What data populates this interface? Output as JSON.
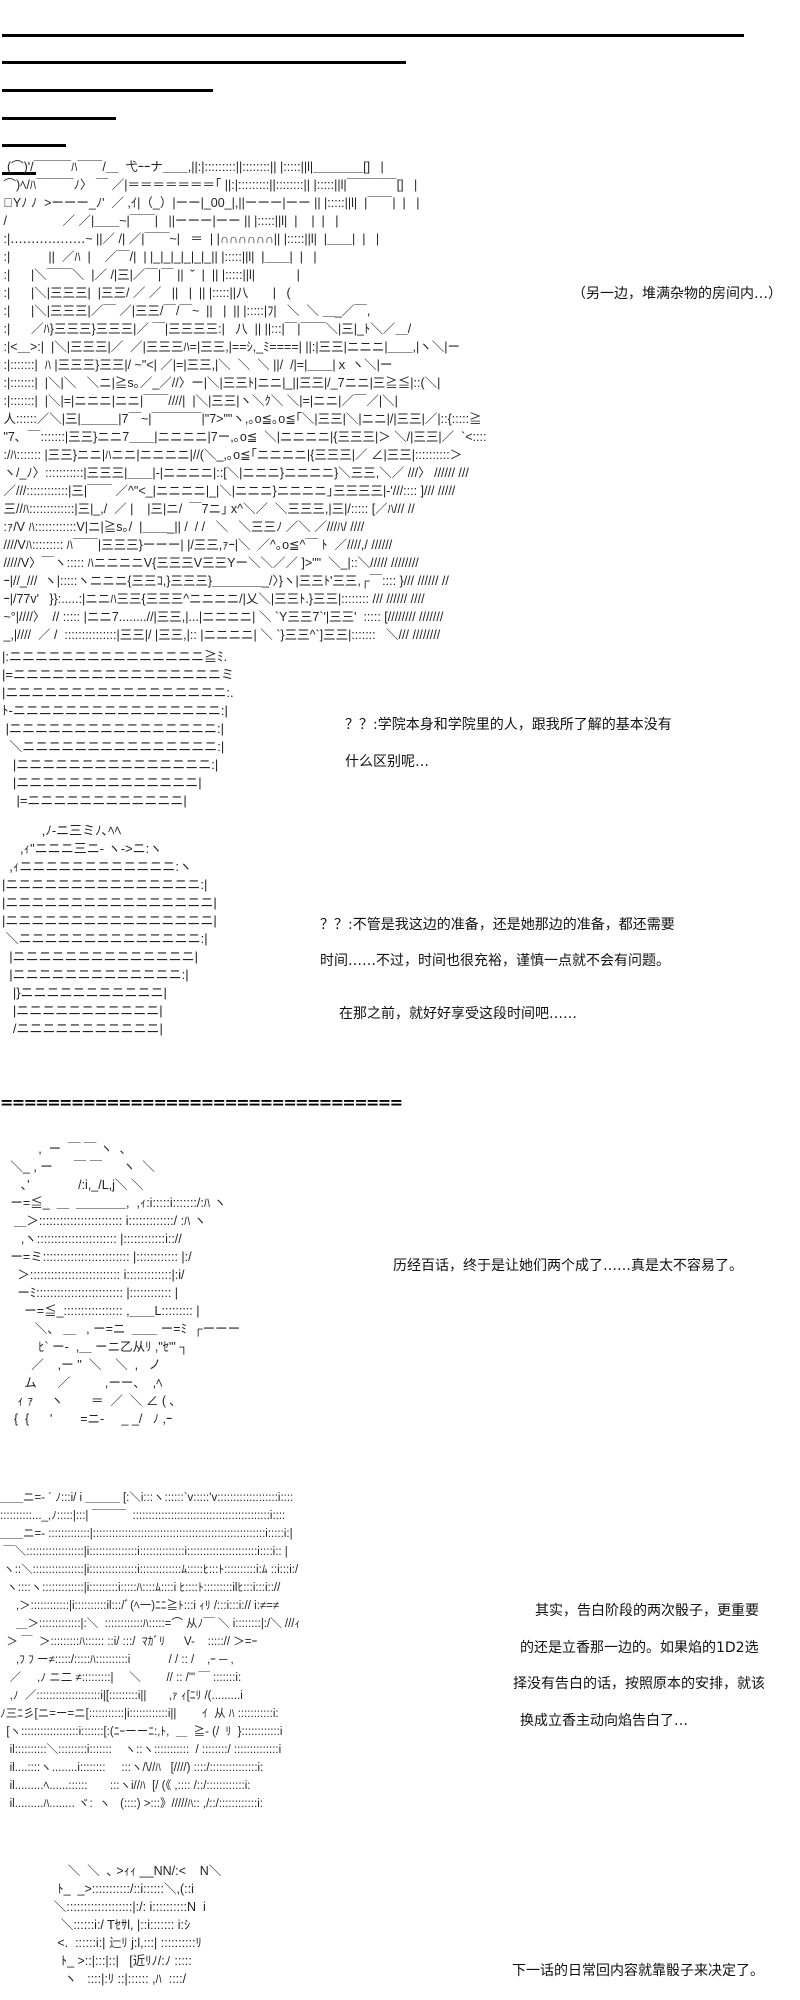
{
  "dialogue": {
    "room_caption": "（另一边，堆满杂物的房间内…）",
    "speech1_line1": "？？:学院本身和学院里的人，跟我所了解的基本没有",
    "speech1_line2": "什么区别呢…",
    "speech2_line1": "？？:不管是我这边的准备，还是她那边的准备，都还需要",
    "speech2_line2": "时间……不过，时间也很充裕，谨慎一点就不会有问题。",
    "speech2_line3": "在那之前，就好好享受这段时间吧……",
    "separator": "==================================",
    "comment1": "历经百话，终于是让她们两个成了……真是太不容易了。",
    "comment2_line1": "其实，告白阶段的两次骰子，更重要",
    "comment2_line2": "的还是立香那一边的。如果焰的1D2选",
    "comment2_line3": "择没有告白的话，按照原本的安排，就该",
    "comment2_line4": "换成立香主动向焰告白了…",
    "comment3": "下一话的日常回内容就靠骰子来决定了。"
  },
  "art": {
    "room": [
      "  (⌒)'/￣￣￣ﾊ￣￣/＿  弋ｰｰナ＿＿,||:|:::::::::||::::::::|| |:::::||l|＿＿＿＿[]   |",
      " ⌒)ﾍ/ﾊ￣￣￣ﾉ〉 ￣ ／|＝＝＝＝＝＝＝｢ ||:|:::::::::||::::::::|| |:::::||l|￣￣￣￣[]   |",
      " ﾟYﾉ ﾉ  >ーーー_ﾉ'  ／ ,ｲ|（_）|ーー|_00_|,||ーーー|ーー || |:::::||l|  |￣￣|  |   |",
      " /                ／ ／|＿＿~|￣￣|   ||ーーー|ーー || |:::::||l|  |    |  |   |",
      " :|‥‥‥‥‥‥‥‥‥~ ||／ /| ／|￣￣~|   ＝  | |∩∩∩∩∩∩|| |:::::||l|  |＿＿|  |   |",
      " :|           ||  ／ﾊ  |    ／￣/|  | |_|_|_|_|_|_|| |:::::||l|  |＿＿|  |   |",
      " :|      |＼￣￣＼  |／ /|三|／￣|￣ ||  ˘  |  || |:::::||l|            |",
      " :|      |＼|三三三|  |三三/ ／ ／   ||   |  || |:::::||八       |   (",
      " :|      |＼|三三三|／￣ ／|三三/￣/￣~  ||   |  || |:::::|ﾌ|   ＼  ＼ ＿_／￣,",
      " :|      ／ﾊ}三三三}三三三|／ ￣|三三三三:|   八  || ||:::|￣|￣￣＼|三|_ﾄ＼／＿/",
      " :|<＿>:|  |＼|三三三|／  ／|三三三ﾊ=|三三,|==ｼ,_ﾐ====| ||:|三三|ニニニ|＿＿,|ヽ＼|ー",
      " :|:::::::|  ﾊ |三三三}三三|/ ~\"<| ／|=|三三,|＼  ＼  ＼ ||/  /|=|＿＿|ｘ ヽ＼|ー",
      " :|:::::::|  |＼|＼   ＼ニ|≧s｡／_／//〉ー|＼|三三ﾄ|ニニ|_||三三|/_7ニニ|三≧≦|::(＼|",
      " :|:::::::|  |＼|=|ニニニ|ニニ|￣￣////|  |＼|三三|ヽ＼ｸ＼ ＼|=|ニニ|／￣／|＼|",
      " 人::::::／＼|三|＿＿＿|7￣~|￣￣￣￣|\"7>\"\"ヽ,｡o≦｡o≦｢＼|三三|＼|ニニ|/|三三|／|::{:::::≧",
      " \"7､  ￣:::::::|三三}ニニ7＿＿|ニニニニ|7ー,｡o≦  ＼|ニニニニ|{三三三|＞ ＼/|三三|／  `<::::",
      " :/ﾊ::::::: |三三}ニニ|ﾊニニ|ニニニニ|//(＼_,｡o≦｢ニニニニ|{三三三|／ ∠|三三|::::::::::＞",
      " ヽ/_ﾉ〉:::::::::::|三三三|＿＿|-|ニニニニ|::[＼|ニニニ}ニニニニ}＼三三,＼／ ///〉 ////// ///",
      " ／///::::::::::::|三|￣￣ ／^\"<_|ニニニニ|_|＼|ニニニ}ニニニニ｣三三三三|-'///:::: ]/// /////",
      " 三//ﾊ:::::::::::::|三|_,/  ／ |    |三|ニ/  ￣7ニ｣ x^＼／  ＼三三三,|三|/::::: [／ﾊ/// //",
      " :ｧ/V ﾊ::::::::::::V|ニ|≧s｡/  |＿＿_|| /  / /   ＼   ＼三三ﾉ ／＼ ／///ﾊ/ ////",
      " ////Vﾊ::::::::: ﾊ￣￣|三三三}ーーー| |/三三,ｧｰ|＼  ／^｡o≦^￣ ﾄ  ／////,/ //////",
      " /////V〉￣ヽ::::: ﾊニニニニV{三三三V三三Yー＼＼／／ ]>\"\"  ＼_|::＼///// ////////",
      " ｰ|//_///  ヽ|:::::ヽニニニ{三三ｺ,}三三三}＿＿＿＿_/〉}ヽ|三三ﾄ'三三,┌￣:::: }/// ////// //",
      " ｰ|/77v'   }}:.....:|ニニﾊ三三{三三三^ニニニニ/|乂＼|三三ﾄ.}三三|:::::::: /// ////// ////",
      " ~°|////〉  // ::::: |ニニ7........//|三三,|...|ニニニニ| ＼ `Y三三7`'|三三'  ::::: [//////// ///////",
      " _,|////  ／ /  :::::::::::::::|三三|/ |三三,|:: |ニニニニ| ＼ `}三三^`]三三|:::::::   ＼/// ////////"
    ],
    "head1": [
      "|:ニニニニニニニニニニニニニニニ≧ﾐ.",
      "|=ニニニニニニニニニニニニニニニニミ",
      "|ニニニニニニニニニニニニニニニニニ:.",
      "ﾄ-ニニニニニニニニニニニニニニニニ:|",
      " |ニニニニニニニニニニニニニニニニ:|",
      "  ＼ニニニニニニニニニニニニニニニ:|",
      "   |ニニニニニニニニニニニニニニニ:|",
      "   |ニニニニニニニニニニニニニニ|",
      "    |=ニニニニニニニニニニニニ|"
    ],
    "head2": [
      "           ,ﾉ-ニ三ミﾉ､ﾍﾍ",
      "     ,ｨ\"ニニニ三ニ- ヽ->ニ:ヽ",
      "  ,ｨニニニニニニニニニニニニ:ヽ",
      "|ニニニニニニニニニニニニニニニ:|",
      "|ニニニニニニニニニニニニニニニニ|",
      "|ニニニニニニニニニニニニニニニニ|",
      " ＼ニニニニニニニニニニニニニニ:|",
      "  |ニニニニニニニニニニニニニニ|",
      "  |ニニニニニニニニニニニニニ:|",
      "   |}ニニニニニニニニニニニ|",
      "   |ニニニニニニニニニニニ|",
      "   /ニニニニニニニニニニニ|"
    ],
    "char3": [
      "           ,  ー  ￣ ￣ ヽ  、",
      "   ＼_ , ー      ￣ ￣      ヽ  ＼",
      "      ､'              /:i,_/L,j＼ ＼",
      "   ー=≦_  ＿  ＿＿＿＿,  ,ｨ:i:::::i:::::::/:ﾊ ヽ",
      "    ＿＞:::::::::::::::::::::::: i:::::::::::::/ :ﾊ ヽ",
      "      ,ヽ::::::::::::::::::::::: |::::::::::::i:://",
      "   ー=ミ::::::::::::::::::::::::: |:::::::::::: |:/",
      "     ＞:::::::::::::::::::::::::: i:::::::::::::|:i/",
      "     ーﾐ::::::::::::::::::::::::: |:::::::::::: |",
      "       ー=≦_::::::::::::::::: ,＿＿L::::::::: |",
      "          ＼、 ＿   , ー=ニ  ＿＿ ー=ﾐ  ┌ーーー",
      "           ﾋ` ー-  ,＿ ーニ乙从ﾘ ,\"ｾ\"' ┐",
      "         ／    ,ー ''  ＼    ＼  ,   ノ",
      "       ム      ／          ,ーー、  ,ﾍ",
      "     ｨ ｧ     ヽ        ＝  ／  ＼ ∠ ( ､",
      "    {  {      '        =ニ-     _ _/   ﾉ ,ｰ"
    ],
    "scene4": [
      "＿＿ニ=- ´ ﾉ:::i/ i ＿＿＿ [:＼i:::ヽ::::::`v:::::'v:::::::::::::::::::i::::",
      "::::::::::..._,ﾉ:::::|:::| ￣￣￣  :::::::::::::::::::::::::::::::::::::::::::i::::",
      "＿＿ニ=- :::::::::::::|::::::::::::::::::::::::::::::::::::::::::::::::::::::i:::::i:|",
      " ￣＼::::::::::::::::::|i:::::::::::::::i::::::::::::::i::::::::::::::::::::::i::::i:: |",
      " ヽ::＼::::::::::::::::|i:::::::::::::::i:::::::::::::ﾑ:::::ﾋ:::ﾄ::::::::::i:ﾑ ::i:::i:/",
      "  ヽ::::ヽ:::::::::::::|i:::::::::i:::::ﾊ::::ﾑ::::i ﾋ::::ﾄ:::::::::ilﾋ:::i:::i:://",
      "     ,＞::::::::::::|i::::::::::il:::/ﾞ(ﾍ一)ﾆﾆ≧ﾄ:::i ｨﾘ /:::i:::i:// i:≠=≠",
      "     ＿＞:::::::::::::|:＼  ::::::::::::ﾊ:::::=⌒ 从ﾉ￣ ＼ i::::::::|:/＼ ///ｨ",
      "  ＞ ￣  ＞:::::::::ﾊ:::::: ::i/ :::/  ﾏｶﾞﾘ      V-    :::::// ＞=ｰ",
      "     ,ﾌ ﾌ ー≠:::::/:::::ﾊ::::::::::i            / / :: /    ,ｰ ─ ,",
      "   ／     ,ﾉ ニ二 ≠:::::::::|     ＼        // :: /'\" ￣ :::::::i:",
      "   ,ﾉ  ／::::::::::::::::::::i|[:::::::::i||       ,ｧ ｨ[ﾆﾘ /(.........i",
      "ﾉ三ﾆ彡[ニ=ー=ニ[:::::::::::|i::::::::::::i||        ｲ  从 ﾊ :::::::::::i:",
      "  [ヽ::::::::::::::::::i:::::::[:(ﾆｰーーﾆ:,ﾄ,  ＿  ≧- (/  ﾘ  }::::::::::::i",
      "   il::::::::::＼:::::::::i:::::::    ヽ::ヽ:::::::::::  / ::::::::/ ::::::::::::::i",
      "   il....::::ヽ........i::::::::     :::ヽ/\\//ﾊ   [////) ::::/:::::::::::::::i:",
      "   il.........ﾍ......::::::       :::ヽi//ﾊ  [/ (《 ,:::: /::/::::::::::::i:",
      "   il.........ﾊ........ ヾ:  ヽ   (::::) >:::》/////ﾊ:: ,/::/::::::::::::i:"
    ],
    "scene5": [
      "        ＼  ＼  ､ >ｨｨ __NN/:<    N＼",
      "     ﾄ_  _>:::::::::::/::i::::::＼,(::i",
      "    ＼:::::::::::::::::::|:/: i::::::::::N  i",
      "      ＼::::::i:/ Tｾｻl, |::i::::::: i:ｼ",
      "     <.  ::::::i:| 辷ﾘ j:l,:::| ::::::::::ﾘ",
      "      ﾄ_ >::|:::|::|   [近ﾘﾉ/:ﾉ :::::",
      "       ヽ   ::::|:ﾘ ::|:::::: ,ﾊ  ::::/"
    ]
  }
}
